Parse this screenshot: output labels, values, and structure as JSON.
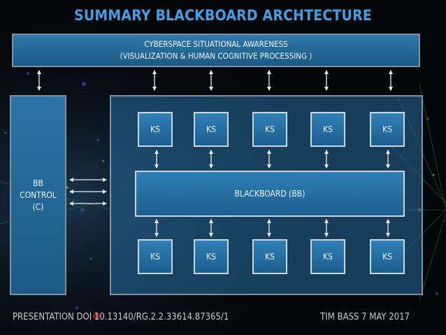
{
  "title": "SUMMARY BLACKBOARD ARCHTECTURE",
  "top_banner": {
    "line1": "CYBERSPACE SITUATIONAL AWARENESS",
    "line2": "(VISUALIZATION & HUMAN COGNITIVE PROCESSING )"
  },
  "bb_control": {
    "line1": "BB",
    "line2": "CONTROL",
    "line3": "(C)"
  },
  "blackboard_label": "BLACKBOARD (BB)",
  "ks_top": [
    "KS",
    "KS",
    "KS",
    "KS",
    "KS"
  ],
  "ks_bottom": [
    "KS",
    "KS",
    "KS",
    "KS",
    "KS"
  ],
  "footer": {
    "left": "PRESENTATION DOI 10.13140/RG.2.2.33614.87365/1",
    "right": "TIM BASS  7 MAY 2017"
  },
  "colors": {
    "title": "#3fa0e6",
    "box_fill": "#2f7fb5",
    "box_border": "#c9d6e3",
    "background": "#050608"
  }
}
